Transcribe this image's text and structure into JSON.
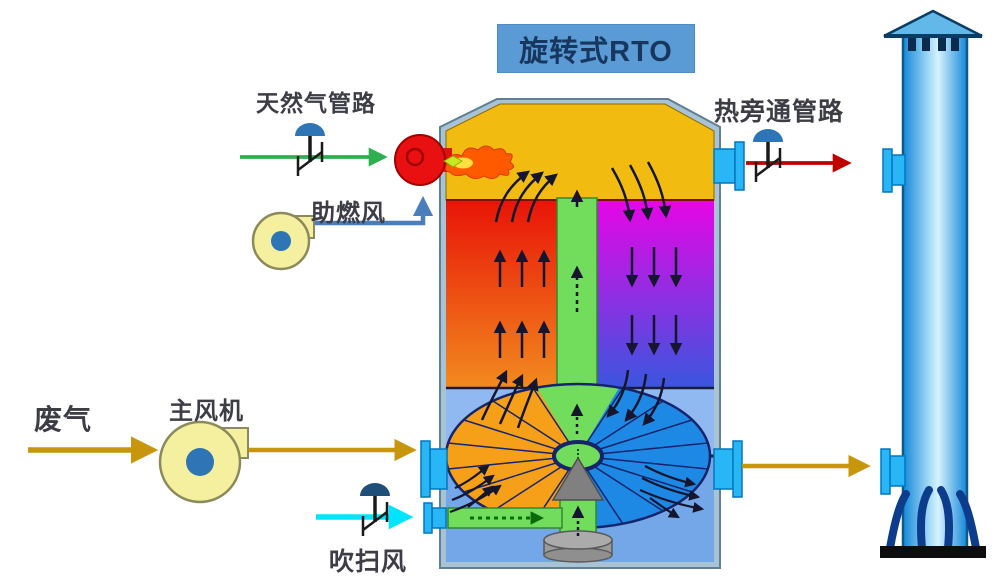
{
  "title": "旋转式RTO",
  "labels": {
    "natural_gas_line": "天然气管路",
    "combustion_air": "助燃风",
    "hot_bypass_line": "热旁通管路",
    "waste_gas": "废气",
    "main_fan": "主风机",
    "purge_air": "吹扫风"
  },
  "colors": {
    "title_box_bg": "#5B9BD5",
    "title_text": "#17375E",
    "combustion_chamber": "#F1BC0F",
    "hot_bed_top": "#E81408",
    "hot_bed_bottom": "#F28A1E",
    "cold_bed_top": "#E606E6",
    "cold_bed_bottom": "#3A56DE",
    "purge_column_green": "#72DD5C",
    "plenum_blue": "#79ABE6",
    "wheel_left_orange": "#F6A019",
    "wheel_right_blue": "#1E88E5",
    "waste_gas_pipe": "#C8960C",
    "natural_gas_pipe": "#2EB050",
    "combustion_air_pipe": "#4A7EBB",
    "hot_bypass_pipe": "#C00000",
    "purge_air_pipe": "#00E5FF",
    "stack_body": "#1D8FE0",
    "burner_red": "#E81010",
    "fan_body_yellow": "#F5F0A0",
    "fan_hub_blue": "#2E75B6"
  }
}
